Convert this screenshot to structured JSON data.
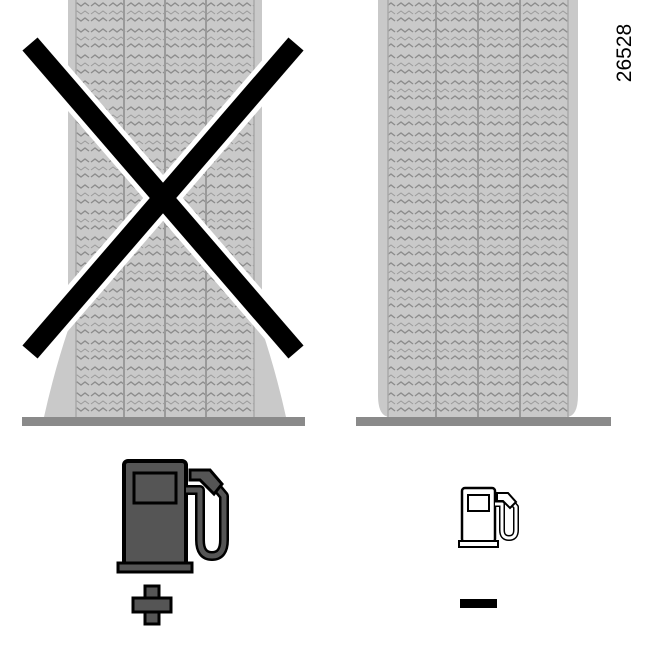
{
  "figure": {
    "reference_number": "26528",
    "colors": {
      "tire_fill": "#c9c9c9",
      "tread_line": "#8c8c8c",
      "ground": "#8a8a8a",
      "cross": "#000000",
      "pump_dark": "#555555",
      "pump_outline": "#000000"
    },
    "left_panel": {
      "tire": "under-inflated-tire",
      "marked": "cross-icon",
      "fuel_consumption": "fuel-pump-large-icon",
      "sign": "plus-icon"
    },
    "right_panel": {
      "tire": "correctly-inflated-tire",
      "fuel_consumption": "fuel-pump-small-icon",
      "sign": "minus-icon"
    }
  }
}
